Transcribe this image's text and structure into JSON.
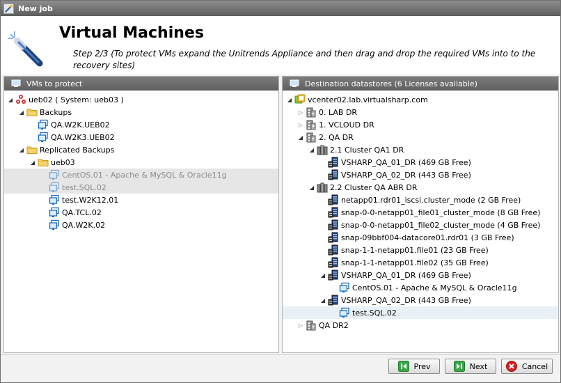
{
  "window": {
    "title": "New job"
  },
  "header": {
    "title": "Virtual Machines",
    "description": "Step 2/3 (To protect VMs expand the Unitrends Appliance and then drag and drop the required VMs into to the recovery sites)"
  },
  "left_panel": {
    "title": "VMs to protect",
    "tree": [
      {
        "depth": 0,
        "toggle": "open",
        "icon": "appliance",
        "label": "ueb02 ( System: ueb03 )",
        "state": "normal"
      },
      {
        "depth": 1,
        "toggle": "open",
        "icon": "folder",
        "label": "Backups",
        "state": "normal"
      },
      {
        "depth": 2,
        "toggle": "none",
        "icon": "vm",
        "label": "QA.W2K.UEB02",
        "state": "normal"
      },
      {
        "depth": 2,
        "toggle": "none",
        "icon": "vm",
        "label": "QA.W2K3.UEB02",
        "state": "normal"
      },
      {
        "depth": 1,
        "toggle": "open",
        "icon": "folder",
        "label": "Replicated Backups",
        "state": "normal"
      },
      {
        "depth": 2,
        "toggle": "open",
        "icon": "folder",
        "label": "ueb03",
        "state": "normal"
      },
      {
        "depth": 3,
        "toggle": "none",
        "icon": "vm",
        "label": "CentOS.01 - Apache & MySQL & Oracle11g",
        "state": "disabled"
      },
      {
        "depth": 3,
        "toggle": "none",
        "icon": "vm",
        "label": "test.SQL.02",
        "state": "disabled"
      },
      {
        "depth": 3,
        "toggle": "none",
        "icon": "vm",
        "label": "test.W2K12.01",
        "state": "normal"
      },
      {
        "depth": 3,
        "toggle": "none",
        "icon": "vm",
        "label": "QA.TCL.02",
        "state": "normal"
      },
      {
        "depth": 3,
        "toggle": "none",
        "icon": "vm",
        "label": "QA.W2K.02",
        "state": "normal"
      }
    ]
  },
  "right_panel": {
    "title": "Destination datastores (6 Licenses available)",
    "tree": [
      {
        "depth": 0,
        "toggle": "open",
        "icon": "vcenter",
        "label": "vcenter02.lab.virtualsharp.com",
        "state": "normal"
      },
      {
        "depth": 1,
        "toggle": "closed",
        "icon": "datacenter",
        "label": "0. LAB DR",
        "state": "normal"
      },
      {
        "depth": 1,
        "toggle": "closed",
        "icon": "datacenter",
        "label": "1. VCLOUD DR",
        "state": "normal"
      },
      {
        "depth": 1,
        "toggle": "open",
        "icon": "datacenter",
        "label": "2. QA DR",
        "state": "normal"
      },
      {
        "depth": 2,
        "toggle": "open",
        "icon": "cluster",
        "label": "2.1 Cluster QA1 DR",
        "state": "normal"
      },
      {
        "depth": 3,
        "toggle": "none",
        "icon": "datastore",
        "label": "VSHARP_QA_01_DR (469 GB Free)",
        "state": "normal"
      },
      {
        "depth": 3,
        "toggle": "none",
        "icon": "datastore",
        "label": "VSHARP_QA_02_DR (443 GB Free)",
        "state": "normal"
      },
      {
        "depth": 2,
        "toggle": "open",
        "icon": "cluster",
        "label": "2.2 Cluster QA ABR DR",
        "state": "normal"
      },
      {
        "depth": 3,
        "toggle": "none",
        "icon": "datastore",
        "label": "netapp01.rdr01_iscsi.cluster_mode (2 GB Free)",
        "state": "normal"
      },
      {
        "depth": 3,
        "toggle": "none",
        "icon": "datastore",
        "label": "snap-0-0-netapp01_file01_cluster_mode (8 GB Free)",
        "state": "normal"
      },
      {
        "depth": 3,
        "toggle": "none",
        "icon": "datastore",
        "label": "snap-0-0-netapp01_file02_cluster_mode (4 GB Free)",
        "state": "normal"
      },
      {
        "depth": 3,
        "toggle": "none",
        "icon": "datastore",
        "label": "snap-09bbf004-datacore01.rdr01 (3 GB Free)",
        "state": "normal"
      },
      {
        "depth": 3,
        "toggle": "none",
        "icon": "datastore",
        "label": "snap-1-1-netapp01.file01 (23 GB Free)",
        "state": "normal"
      },
      {
        "depth": 3,
        "toggle": "none",
        "icon": "datastore",
        "label": "snap-1-1-netapp01.file02 (35 GB Free)",
        "state": "normal"
      },
      {
        "depth": 3,
        "toggle": "open",
        "icon": "datastore",
        "label": "VSHARP_QA_01_DR (469 GB Free)",
        "state": "normal"
      },
      {
        "depth": 4,
        "toggle": "none",
        "icon": "vm",
        "label": "CentOS.01 - Apache & MySQL & Oracle11g",
        "state": "normal"
      },
      {
        "depth": 3,
        "toggle": "open",
        "icon": "datastore",
        "label": "VSHARP_QA_02_DR (443 GB Free)",
        "state": "normal"
      },
      {
        "depth": 4,
        "toggle": "none",
        "icon": "vm",
        "label": "test.SQL.02",
        "state": "selected"
      },
      {
        "depth": 1,
        "toggle": "closed",
        "icon": "datacenter",
        "label": "QA DR2",
        "state": "normal"
      }
    ]
  },
  "buttons": {
    "prev": "Prev",
    "next": "Next",
    "cancel": "Cancel"
  },
  "colors": {
    "accent_green": "#3aa64a",
    "cancel_red": "#d62020",
    "vm_blue": "#1a6bc0"
  }
}
